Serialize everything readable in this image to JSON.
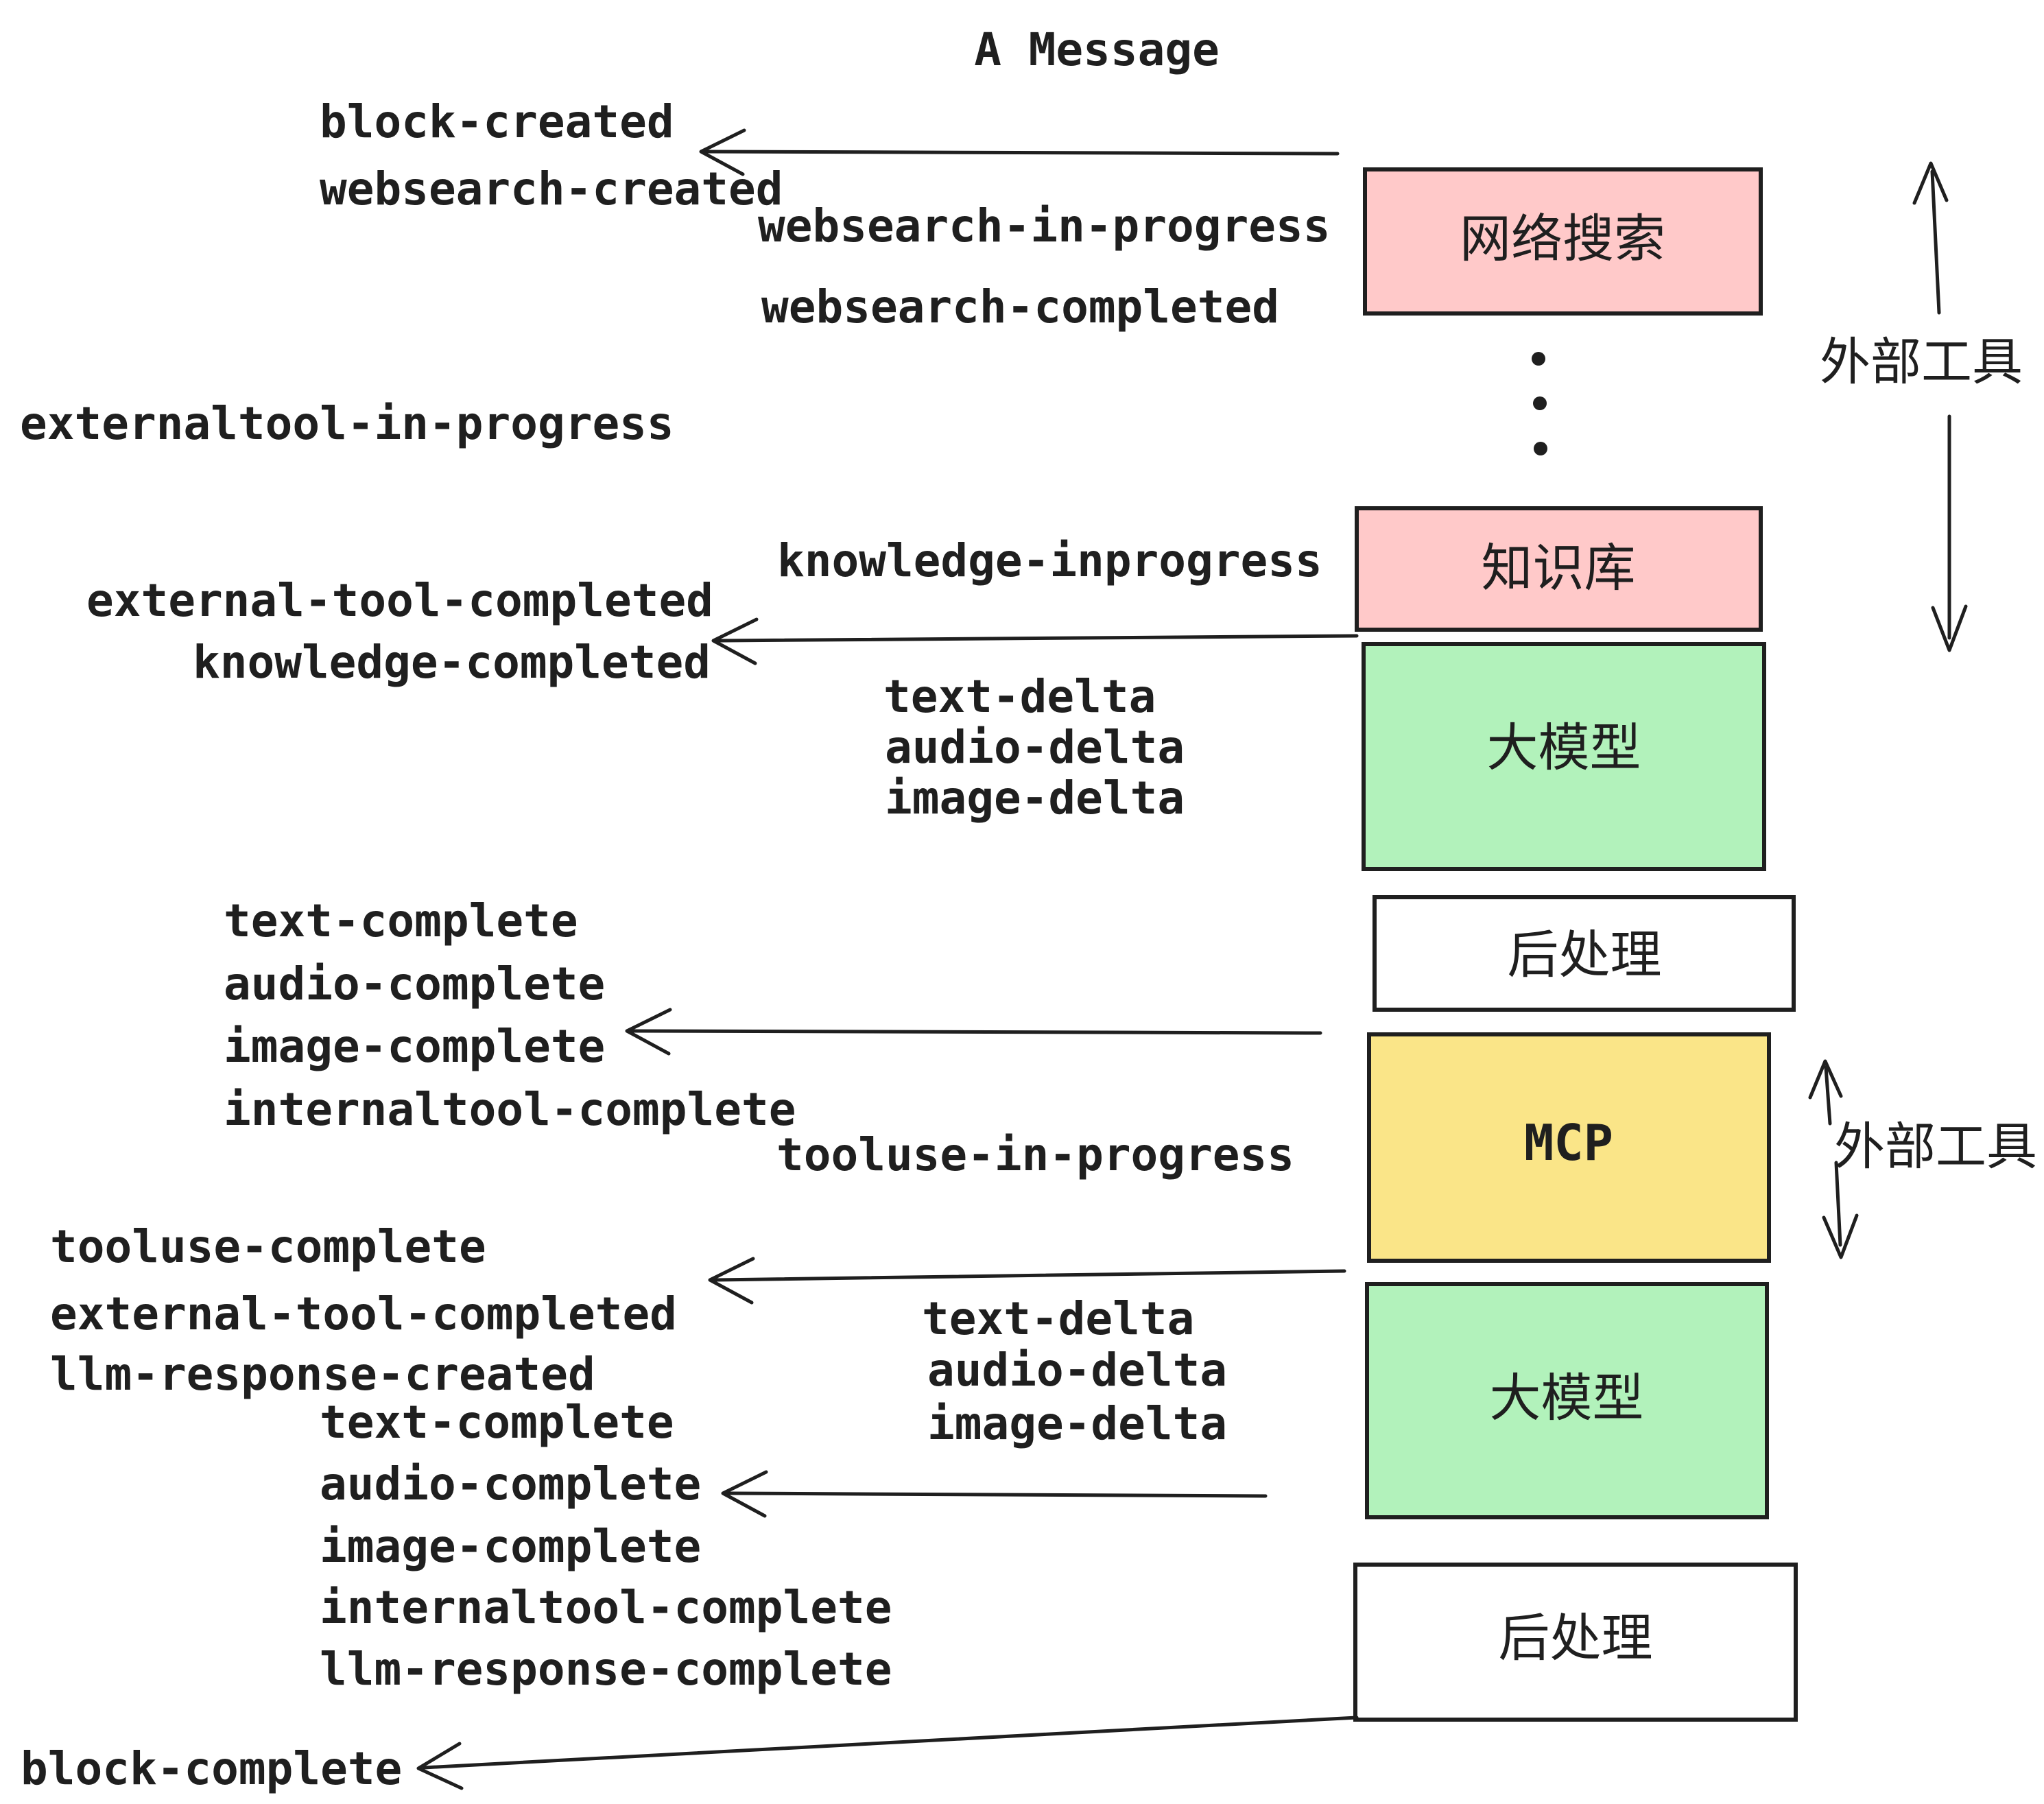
{
  "title": "A Message",
  "colors": {
    "ink": "#1f1f1f",
    "pink": "#ffc9c9",
    "green": "#b2f2bb",
    "yellow": "#fae588",
    "white": "#ffffff"
  },
  "boxes": [
    {
      "label": "网络搜索",
      "fill": "#ffc9c9"
    },
    {
      "label": "知识库",
      "fill": "#ffc9c9"
    },
    {
      "label": "大模型",
      "fill": "#b2f2bb"
    },
    {
      "label": "后处理",
      "fill": "#ffffff"
    },
    {
      "label": "MCP",
      "fill": "#fae588"
    },
    {
      "label": "大模型",
      "fill": "#b2f2bb"
    },
    {
      "label": "后处理",
      "fill": "#ffffff"
    }
  ],
  "side_labels": {
    "external_tools_top": "外部工具",
    "external_tools_mcp": "外部工具"
  },
  "events_left": [
    "block-created",
    "websearch-created",
    "externaltool-in-progress",
    "external-tool-completed",
    "knowledge-completed",
    "text-complete",
    "audio-complete",
    "image-complete",
    "internaltool-complete",
    "tooluse-complete",
    "external-tool-completed",
    "llm-response-created",
    "text-complete",
    "audio-complete",
    "image-complete",
    "internaltool-complete",
    "llm-response-complete",
    "block-complete"
  ],
  "events_mid": [
    "websearch-in-progress",
    "websearch-completed",
    "knowledge-inprogress",
    "text-delta",
    "audio-delta",
    "image-delta",
    "tooluse-in-progress",
    "text-delta",
    "audio-delta",
    "image-delta"
  ]
}
